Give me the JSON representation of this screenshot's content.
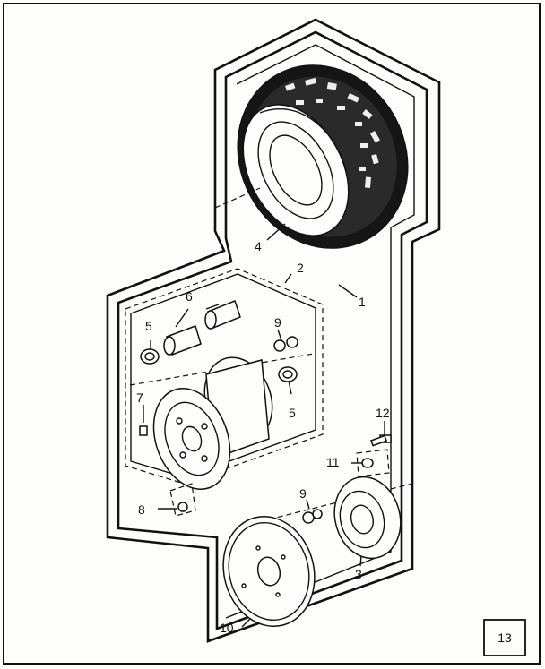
{
  "diagram": {
    "callouts": [
      {
        "id": "c1",
        "label": "1"
      },
      {
        "id": "c2",
        "label": "2"
      },
      {
        "id": "c3",
        "label": "3"
      },
      {
        "id": "c4",
        "label": "4"
      },
      {
        "id": "c5a",
        "label": "5"
      },
      {
        "id": "c5b",
        "label": "5"
      },
      {
        "id": "c6",
        "label": "6"
      },
      {
        "id": "c7",
        "label": "7"
      },
      {
        "id": "c8",
        "label": "8"
      },
      {
        "id": "c9a",
        "label": "9"
      },
      {
        "id": "c9b",
        "label": "9"
      },
      {
        "id": "c10",
        "label": "10"
      },
      {
        "id": "c11",
        "label": "11"
      },
      {
        "id": "c12",
        "label": "12"
      }
    ],
    "page_number": "13"
  }
}
